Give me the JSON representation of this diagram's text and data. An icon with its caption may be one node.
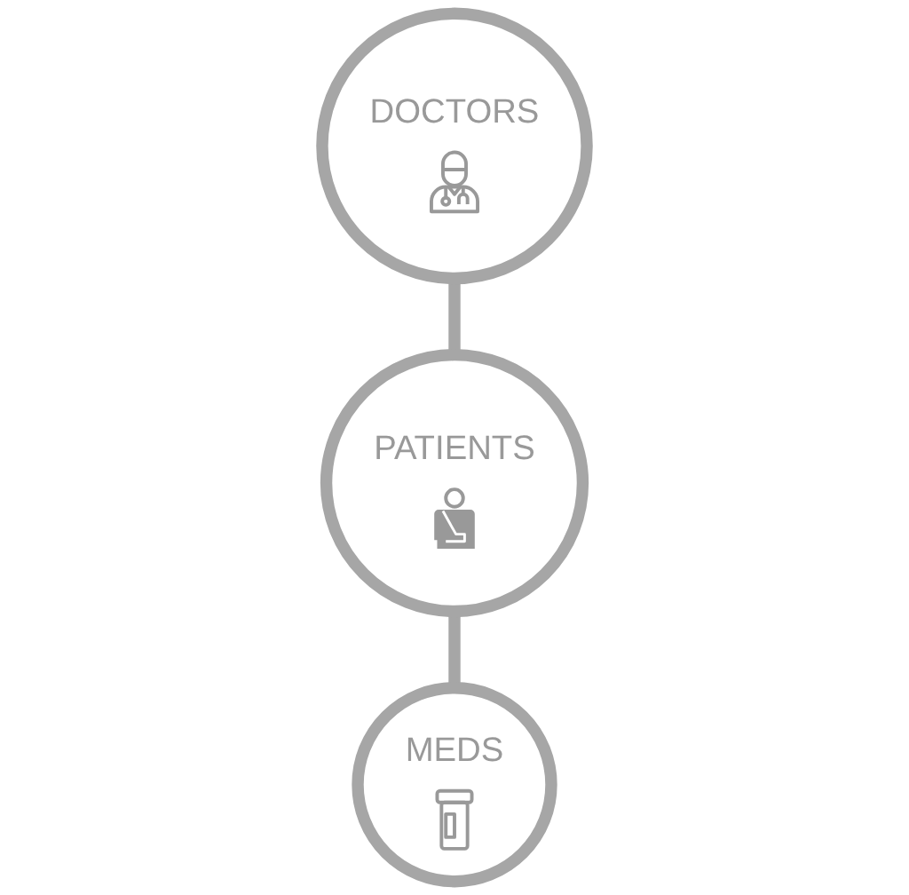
{
  "diagram": {
    "nodes": [
      {
        "text": [
          "DOCTORS"
        ]
      },
      {
        "text": [
          "PATIENTS"
        ]
      },
      {
        "text": [
          "MEDS"
        ]
      }
    ],
    "edges": [
      {
        "from": 0,
        "to": 1,
        "arrow": "none"
      },
      {
        "from": 1,
        "to": 2,
        "arrow": "none"
      }
    ]
  }
}
